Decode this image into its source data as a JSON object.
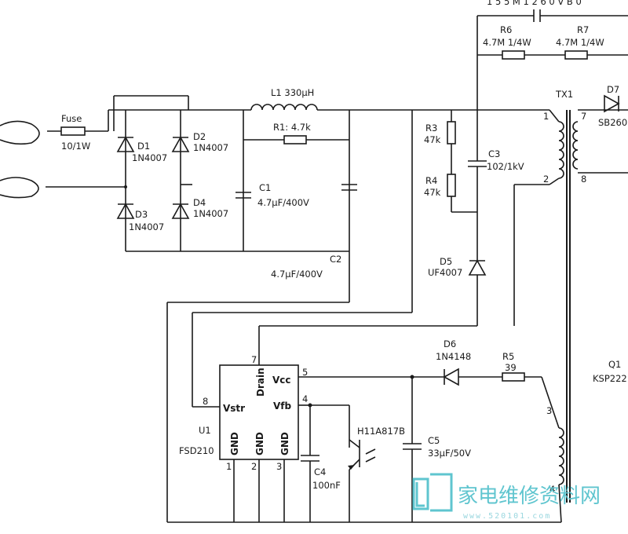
{
  "top_cap": "1 5 5 M    1    2 6 0 V B 0",
  "fuse": {
    "name": "Fuse",
    "value": "10/1W"
  },
  "bridge": {
    "d1": {
      "ref": "D1",
      "part": "1N4007"
    },
    "d2": {
      "ref": "D2",
      "part": "1N4007"
    },
    "d3": {
      "ref": "D3",
      "part": "1N4007"
    },
    "d4": {
      "ref": "D4",
      "part": "1N4007"
    }
  },
  "l1": "L1 330μH",
  "r1": "R1: 4.7k",
  "c1": {
    "ref": "C1",
    "value": "4.7μF/400V"
  },
  "c2": {
    "ref": "C2",
    "value": "4.7μF/400V"
  },
  "r6": {
    "ref": "R6",
    "value": "4.7M 1/4W"
  },
  "r7": {
    "ref": "R7",
    "value": "4.7M 1/4W"
  },
  "r3": {
    "ref": "R3",
    "value": "47k"
  },
  "r4": {
    "ref": "R4",
    "value": "47k"
  },
  "c3": {
    "ref": "C3",
    "value": "102/1kV"
  },
  "d5": {
    "ref": "D5",
    "part": "UF4007"
  },
  "tx1": {
    "ref": "TX1",
    "pin1": "1",
    "pin2": "2",
    "pin7": "7",
    "pin8": "8",
    "pin3": "3",
    "pin4": "4"
  },
  "d7": {
    "ref": "D7",
    "part": "SB260"
  },
  "u1": {
    "ref": "U1",
    "part": "FSD210",
    "vstr": "Vstr",
    "drain": "Drain",
    "vcc": "Vcc",
    "vfb": "Vfb",
    "gnd": "GND",
    "pin1": "1",
    "pin2": "2",
    "pin3": "3",
    "pin4": "4",
    "pin5": "5",
    "pin7": "7",
    "pin8": "8"
  },
  "d6": {
    "ref": "D6",
    "part": "1N4148"
  },
  "r5": {
    "ref": "R5",
    "value": "39"
  },
  "opto": "H11A817B",
  "c4": {
    "ref": "C4",
    "value": "100nF"
  },
  "c5": {
    "ref": "C5",
    "value": "33μF/50V"
  },
  "q1": {
    "ref": "Q1",
    "part": "KSP222"
  },
  "watermark": {
    "text": "家电维修资料网",
    "url": "www.520101.com"
  }
}
